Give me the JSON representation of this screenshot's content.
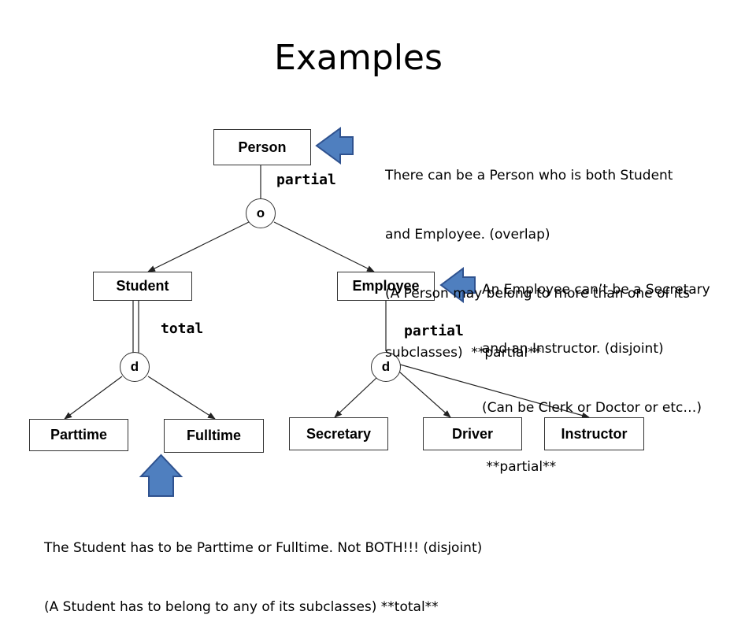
{
  "title": "Examples",
  "nodes": {
    "person": "Person",
    "student": "Student",
    "employee": "Employee",
    "parttime": "Parttime",
    "fulltime": "Fulltime",
    "secretary": "Secretary",
    "driver": "Driver",
    "instructor": "Instructor"
  },
  "circles": {
    "person": "o",
    "student": "d",
    "employee": "d"
  },
  "constraints": {
    "person": "partial",
    "student": "total",
    "employee": "partial"
  },
  "notes": {
    "person": [
      "There can be a Person who is both Student",
      "and Employee. (overlap)",
      "(A Person may belong to more than one of its",
      "subclasses)  **partial**"
    ],
    "employee": [
      "An Employee can’t be a Secretary",
      "and an Instructor. (disjoint)",
      "(Can be Clerk or Doctor or etc…)",
      " **partial**"
    ],
    "student": [
      "The Student has to be Parttime or Fulltime. Not BOTH!!! (disjoint)",
      "(A Student has to belong to any of its subclasses) **total**"
    ]
  },
  "colors": {
    "arrow_fill": "#4f7fbf",
    "arrow_stroke": "#2f528f"
  }
}
